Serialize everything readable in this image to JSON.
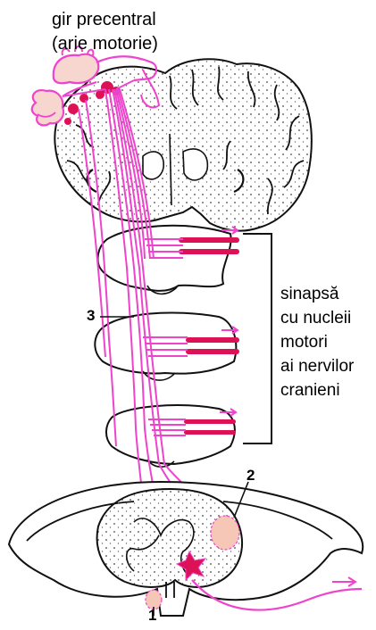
{
  "labels": {
    "title_line1": "gir precentral",
    "title_line2": "(arie motorie)",
    "side_line1": "sinapsă",
    "side_line2": "cu nucleii",
    "side_line3": "motori",
    "side_line4": "ai nervilor",
    "side_line5": "cranieni",
    "marker_1": "1",
    "marker_2": "2",
    "marker_3": "3"
  },
  "colors": {
    "tract": "#ee44cc",
    "nucleus": "#dd1155",
    "outline": "#111111",
    "background": "#ffffff",
    "highlight": "#f6c6b6"
  }
}
